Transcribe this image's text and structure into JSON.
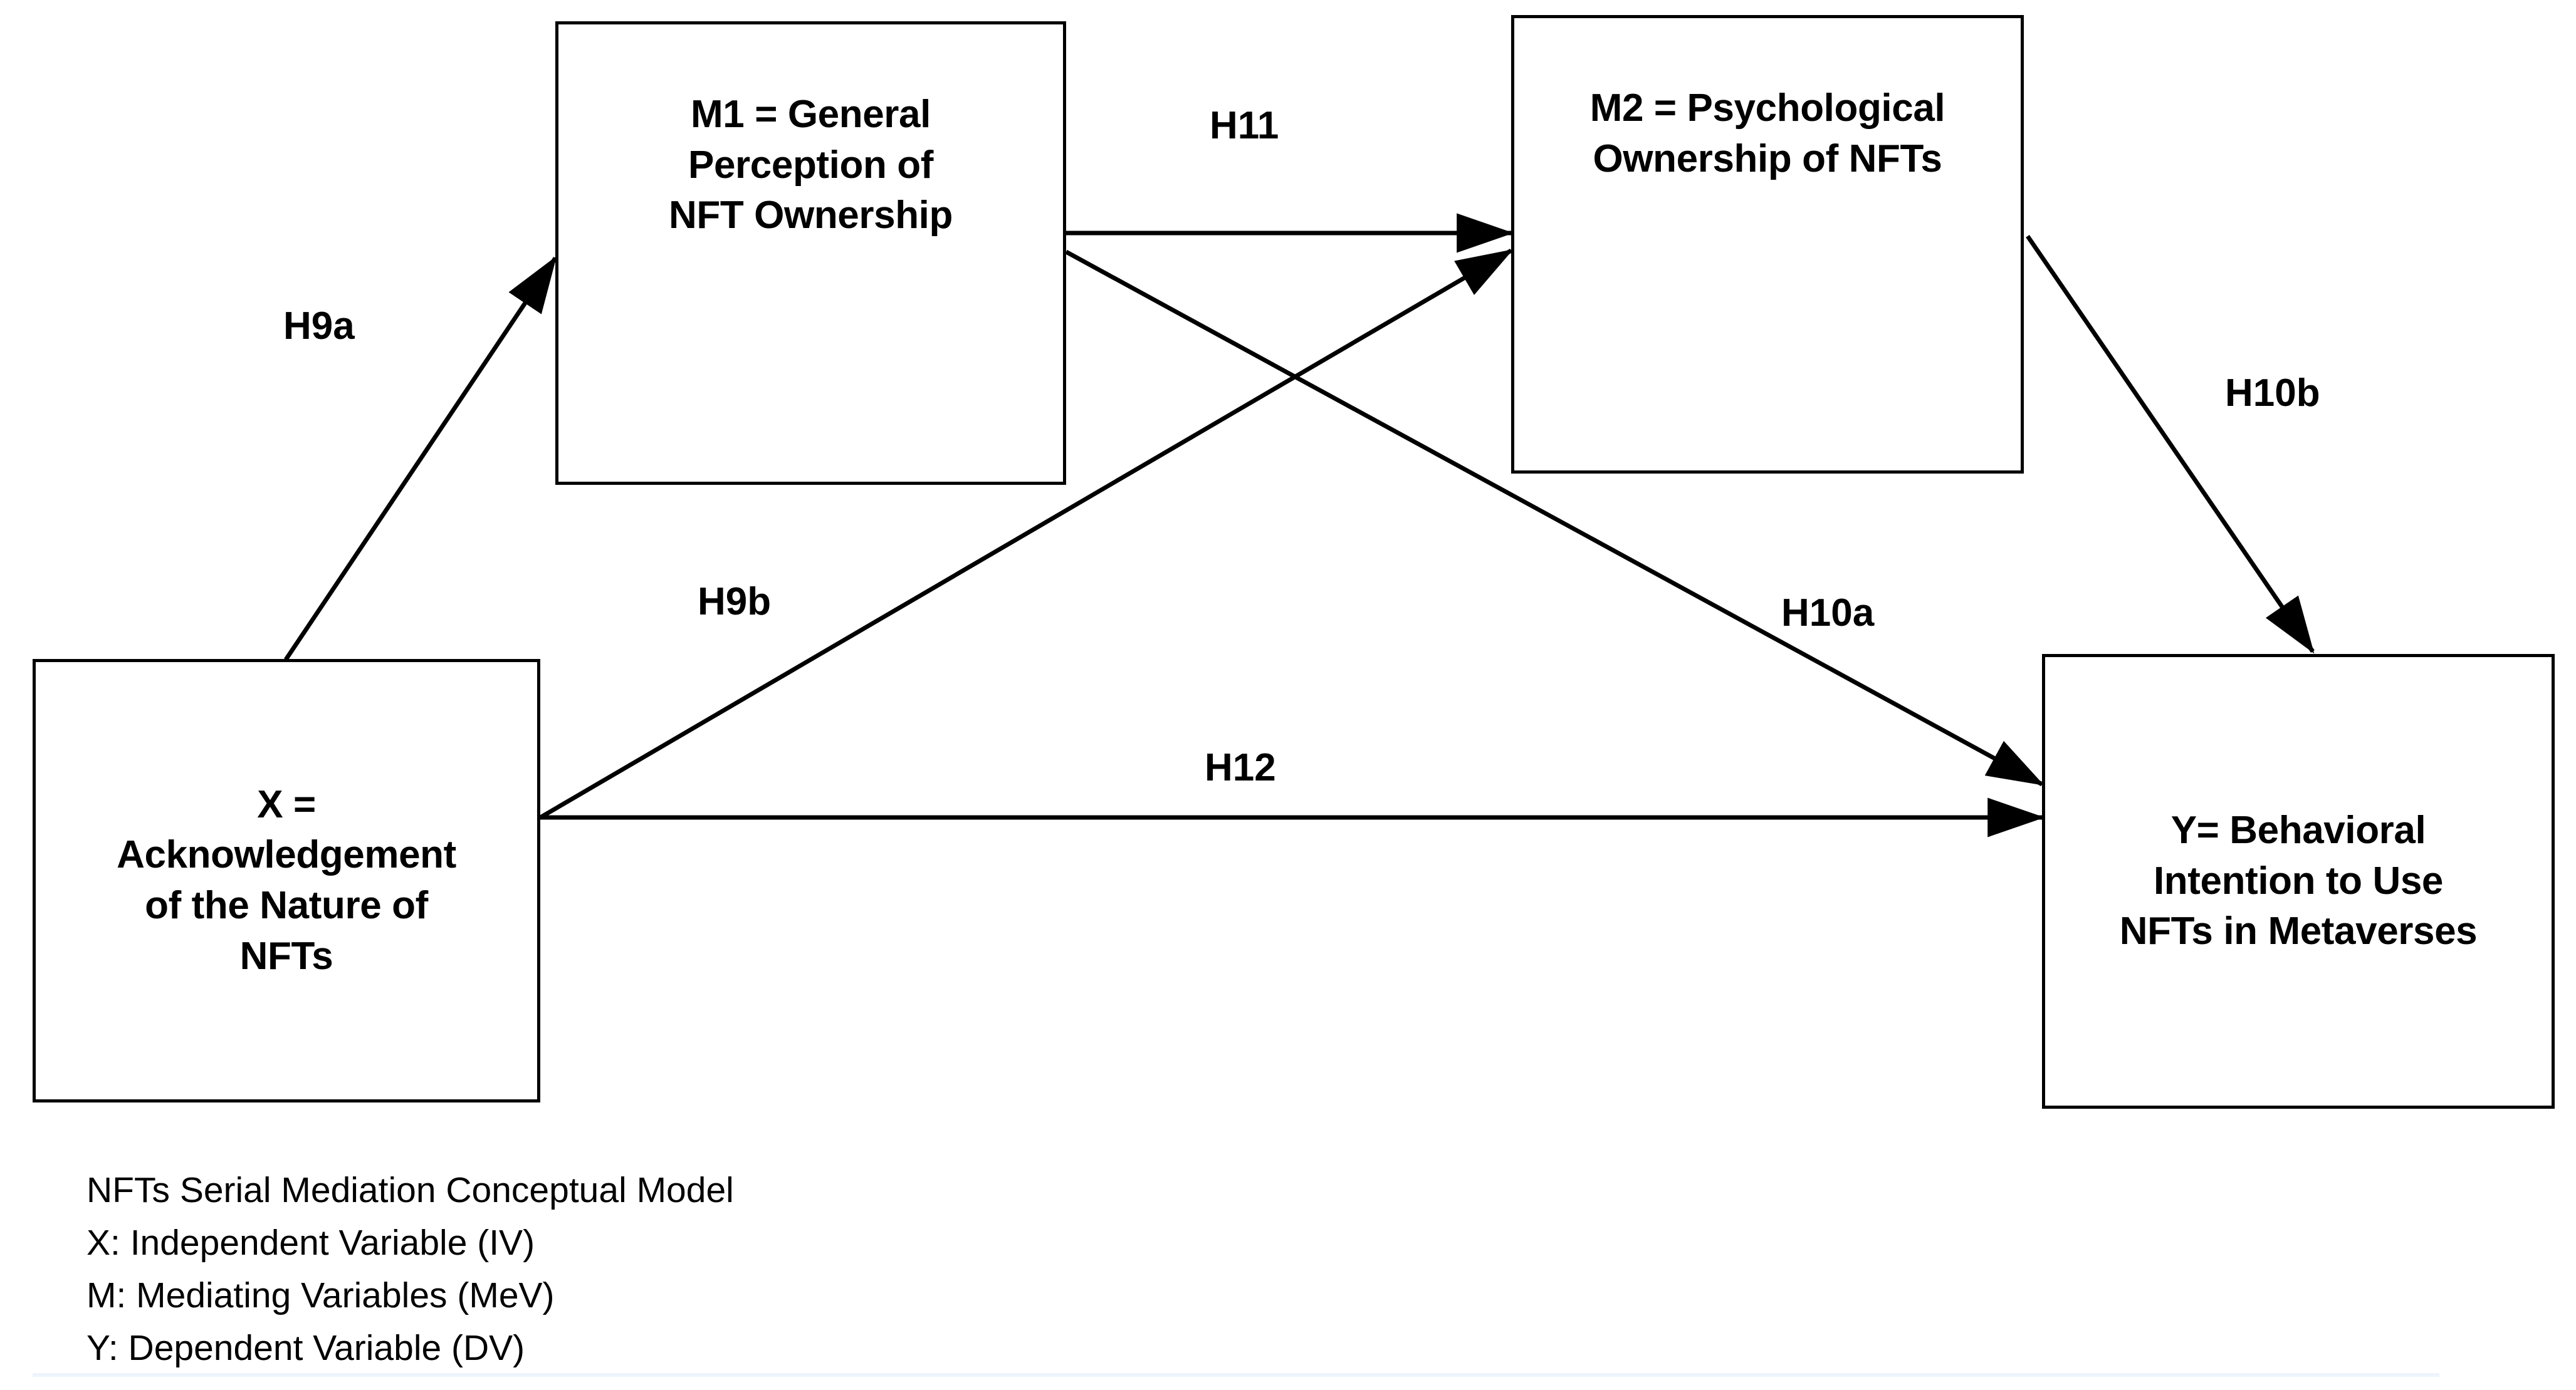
{
  "diagram": {
    "title": "NFTs Serial Mediation Conceptual Model",
    "type": "serial-mediation-path-diagram",
    "background_color": "#ffffff",
    "line_color": "#000000",
    "box_border_color": "#000000",
    "nodes": [
      {
        "id": "M1",
        "role": "mediator",
        "label": "M1 = General\nPerception of\nNFT Ownership"
      },
      {
        "id": "M2",
        "role": "mediator",
        "label": "M2 = Psychological\nOwnership of NFTs"
      },
      {
        "id": "X",
        "role": "independent-variable",
        "label": "X =\nAcknowledgement\nof the Nature of\nNFTs"
      },
      {
        "id": "Y",
        "role": "dependent-variable",
        "label": "Y= Behavioral\nIntention to Use\nNFTs in Metaverses"
      }
    ],
    "paths": [
      {
        "id": "H9a",
        "label": "H9a",
        "from": "X",
        "to": "M1"
      },
      {
        "id": "H11",
        "label": "H11",
        "from": "M1",
        "to": "M2"
      },
      {
        "id": "H10b",
        "label": "H10b",
        "from": "M2",
        "to": "Y"
      },
      {
        "id": "H9b",
        "label": "H9b",
        "from": "X",
        "to": "M2"
      },
      {
        "id": "H10a",
        "label": "H10a",
        "from": "M1",
        "to": "Y"
      },
      {
        "id": "H12",
        "label": "H12",
        "from": "X",
        "to": "Y"
      }
    ],
    "legend": [
      "NFTs Serial Mediation Conceptual Model",
      "X: Independent Variable (IV)",
      "M: Mediating Variables (MeV)",
      "Y: Dependent Variable (DV)"
    ]
  }
}
